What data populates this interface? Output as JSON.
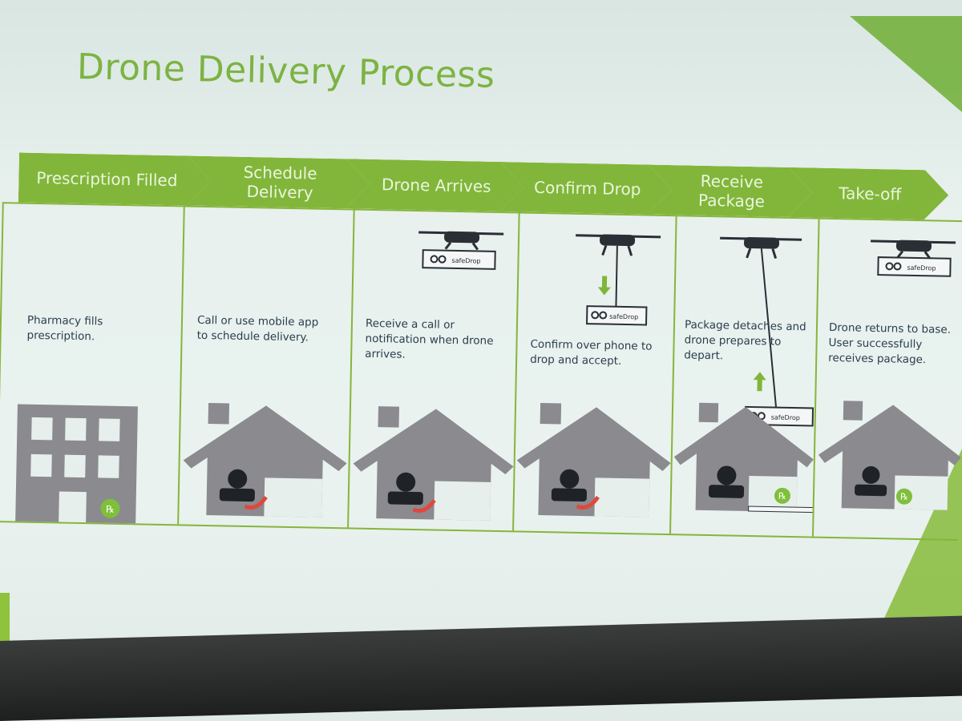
{
  "slide": {
    "title": "Drone Delivery Process"
  },
  "steps": [
    {
      "label": "Prescription Filled",
      "description": "Pharmacy fills prescription."
    },
    {
      "label": "Schedule Delivery",
      "description": "Call or use mobile app to schedule delivery."
    },
    {
      "label": "Drone Arrives",
      "description": "Receive a call or notification when drone arrives."
    },
    {
      "label": "Confirm Drop",
      "description": "Confirm over phone to drop and accept."
    },
    {
      "label": "Receive Package",
      "description": "Package detaches and drone prepares to depart."
    },
    {
      "label": "Take-off",
      "description": "Drone returns to base. User successfully receives package."
    }
  ],
  "package_label": "safeDrop",
  "colors": {
    "accent_green": "#82b63a",
    "title_green": "#7cb342",
    "icon_gray": "#8a8a8f",
    "text_dark": "#2a3d4e",
    "phone_red": "#e0483e"
  }
}
